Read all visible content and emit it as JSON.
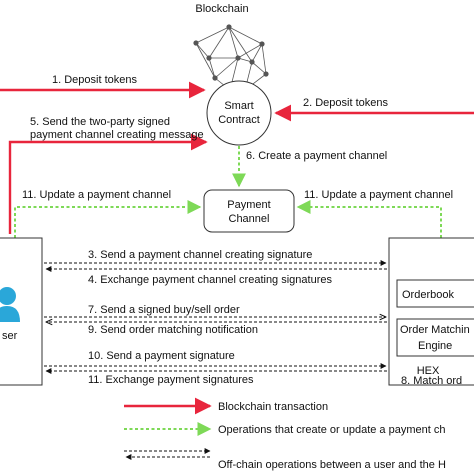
{
  "title": "Blockchain",
  "nodes": {
    "smart_contract": [
      "Smart",
      "Contract"
    ],
    "payment_channel": [
      "Payment",
      "Channel"
    ],
    "user": "ser",
    "hex": "HEX",
    "orderbook": "Orderbook",
    "order_matching": [
      "Order Matchin",
      "Engine"
    ]
  },
  "steps": {
    "s1": "1. Deposit tokens",
    "s2": "2. Deposit tokens",
    "s5a": "5. Send the two-party signed",
    "s5b": "payment channel creating message",
    "s6": "6. Create a payment channel",
    "s11l": "11.  Update a payment channel",
    "s11r": "11.  Update a payment channel",
    "s3": "3.  Send a payment channel creating signature",
    "s4": "4.  Exchange payment channel creating signatures",
    "s7": "7.  Send a signed buy/sell order",
    "s9": "9.  Send order matching notification",
    "s10": "10. Send a payment signature",
    "s11b": "11. Exchange payment signatures",
    "s8": "8. Match ord"
  },
  "legend": {
    "blockchain": "Blockchain transaction",
    "operations": "Operations that create or update a payment ch",
    "offchain": "Off-chain operations between a user and the H"
  },
  "colors": {
    "blockchain": "#e8253c",
    "operations": "#7ed957",
    "offchain": "#111111",
    "user_icon": "#2aa7d9"
  }
}
